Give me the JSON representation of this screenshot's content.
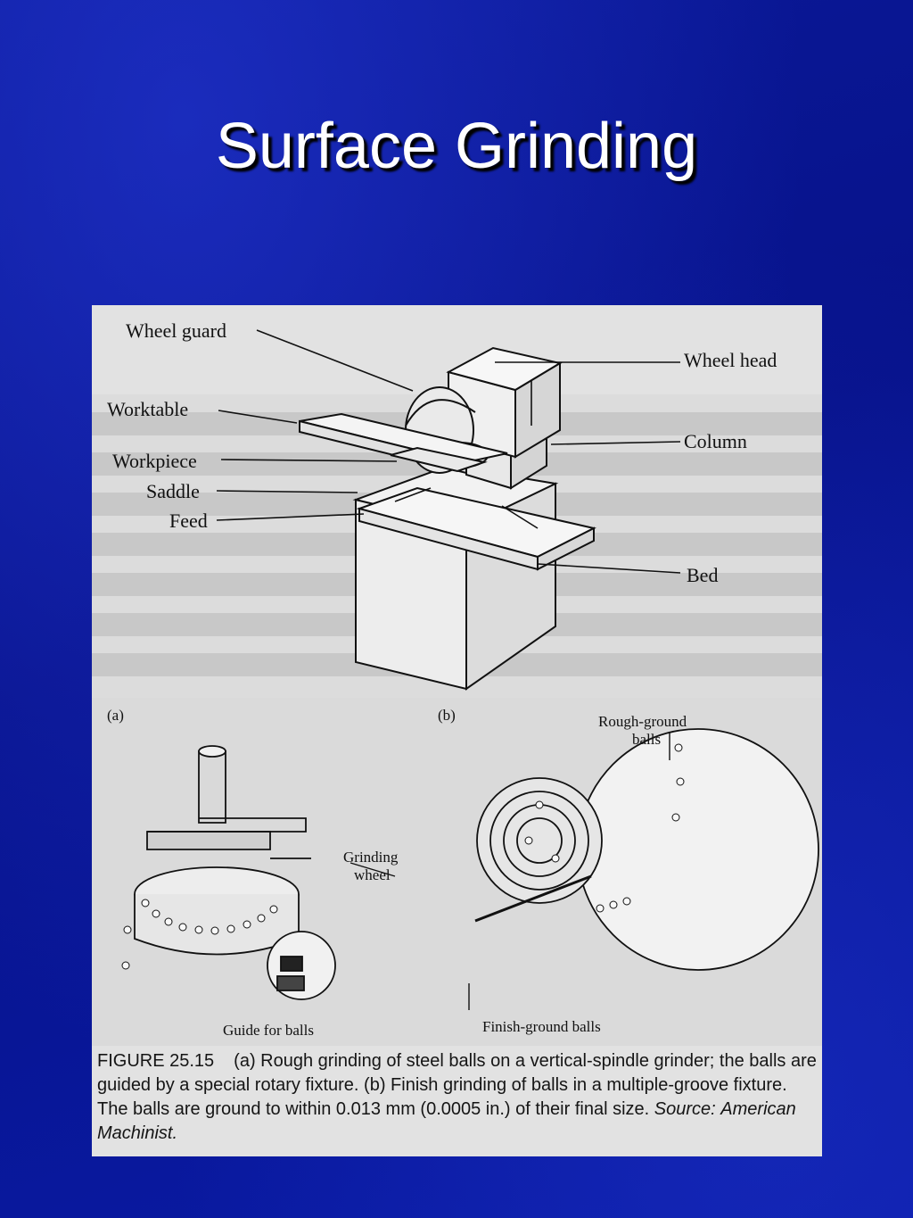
{
  "slide": {
    "title": "Surface Grinding",
    "background_color": "#0a1aa0",
    "title_color": "#ffffff"
  },
  "figure_a_top": {
    "labels": {
      "wheel_guard": "Wheel guard",
      "wheel_head": "Wheel head",
      "worktable": "Worktable",
      "column": "Column",
      "workpiece": "Workpiece",
      "saddle": "Saddle",
      "feed": "Feed",
      "bed": "Bed"
    }
  },
  "figure_b_bottom": {
    "panel_a_label": "(a)",
    "panel_b_label": "(b)",
    "labels": {
      "rough_ground_balls_line1": "Rough-ground",
      "rough_ground_balls_line2": "balls",
      "grinding_wheel_line1": "Grinding",
      "grinding_wheel_line2": "wheel",
      "guide_for_balls": "Guide for balls",
      "finish_ground_balls": "Finish-ground balls"
    }
  },
  "caption": {
    "figure_number": "FIGURE 25.15",
    "text_main": "(a) Rough grinding of steel balls on a vertical-spindle grinder; the balls are guided by a special rotary fixture. (b) Finish grinding of balls in a multiple-groove fixture. The balls are ground to within 0.013 mm (0.0005 in.) of their final size.",
    "source_label": "Source:",
    "source_value": "American Machinist."
  }
}
